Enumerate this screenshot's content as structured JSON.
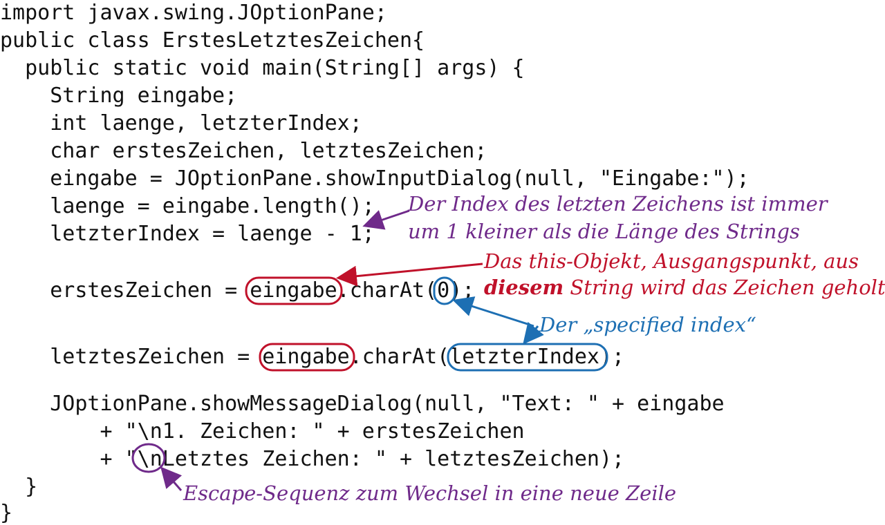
{
  "code_lines": [
    "import javax.swing.JOptionPane;",
    "public class ErstesLetztesZeichen{",
    "  public static void main(String[] args) {",
    "    String eingabe;",
    "    int laenge, letzterIndex;",
    "    char erstesZeichen, letztesZeichen;",
    "    eingabe = JOptionPane.showInputDialog(null, \"Eingabe:\");",
    "    laenge = eingabe.length();",
    "    letzterIndex = laenge - 1;",
    "    erstesZeichen = eingabe.charAt(0);",
    "    letztesZeichen = eingabe.charAt(letzterIndex);",
    "    JOptionPane.showMessageDialog(null, \"Text: \" + eingabe",
    "        + \"\\n1. Zeichen: \" + erstesZeichen",
    "        + \"\\nLetztes Zeichen: \" + letztesZeichen);",
    "  }",
    "}"
  ],
  "annotations": {
    "index_note": {
      "line1": "Der Index des letzten Zeichens ist immer",
      "line2": "um 1 kleiner als die Länge des Strings"
    },
    "this_note": {
      "line1": "Das this-Objekt, Ausgangspunkt, aus",
      "line2_bold": "diesem",
      "line2_rest": " String wird das Zeichen geholt"
    },
    "specified_note": "Der „specified index“",
    "escape_note": "Escape-Sequenz zum Wechsel in eine neue Zeile"
  },
  "colors": {
    "purple": "#6f2a8a",
    "red": "#c0112a",
    "blue": "#1d6fb3"
  }
}
